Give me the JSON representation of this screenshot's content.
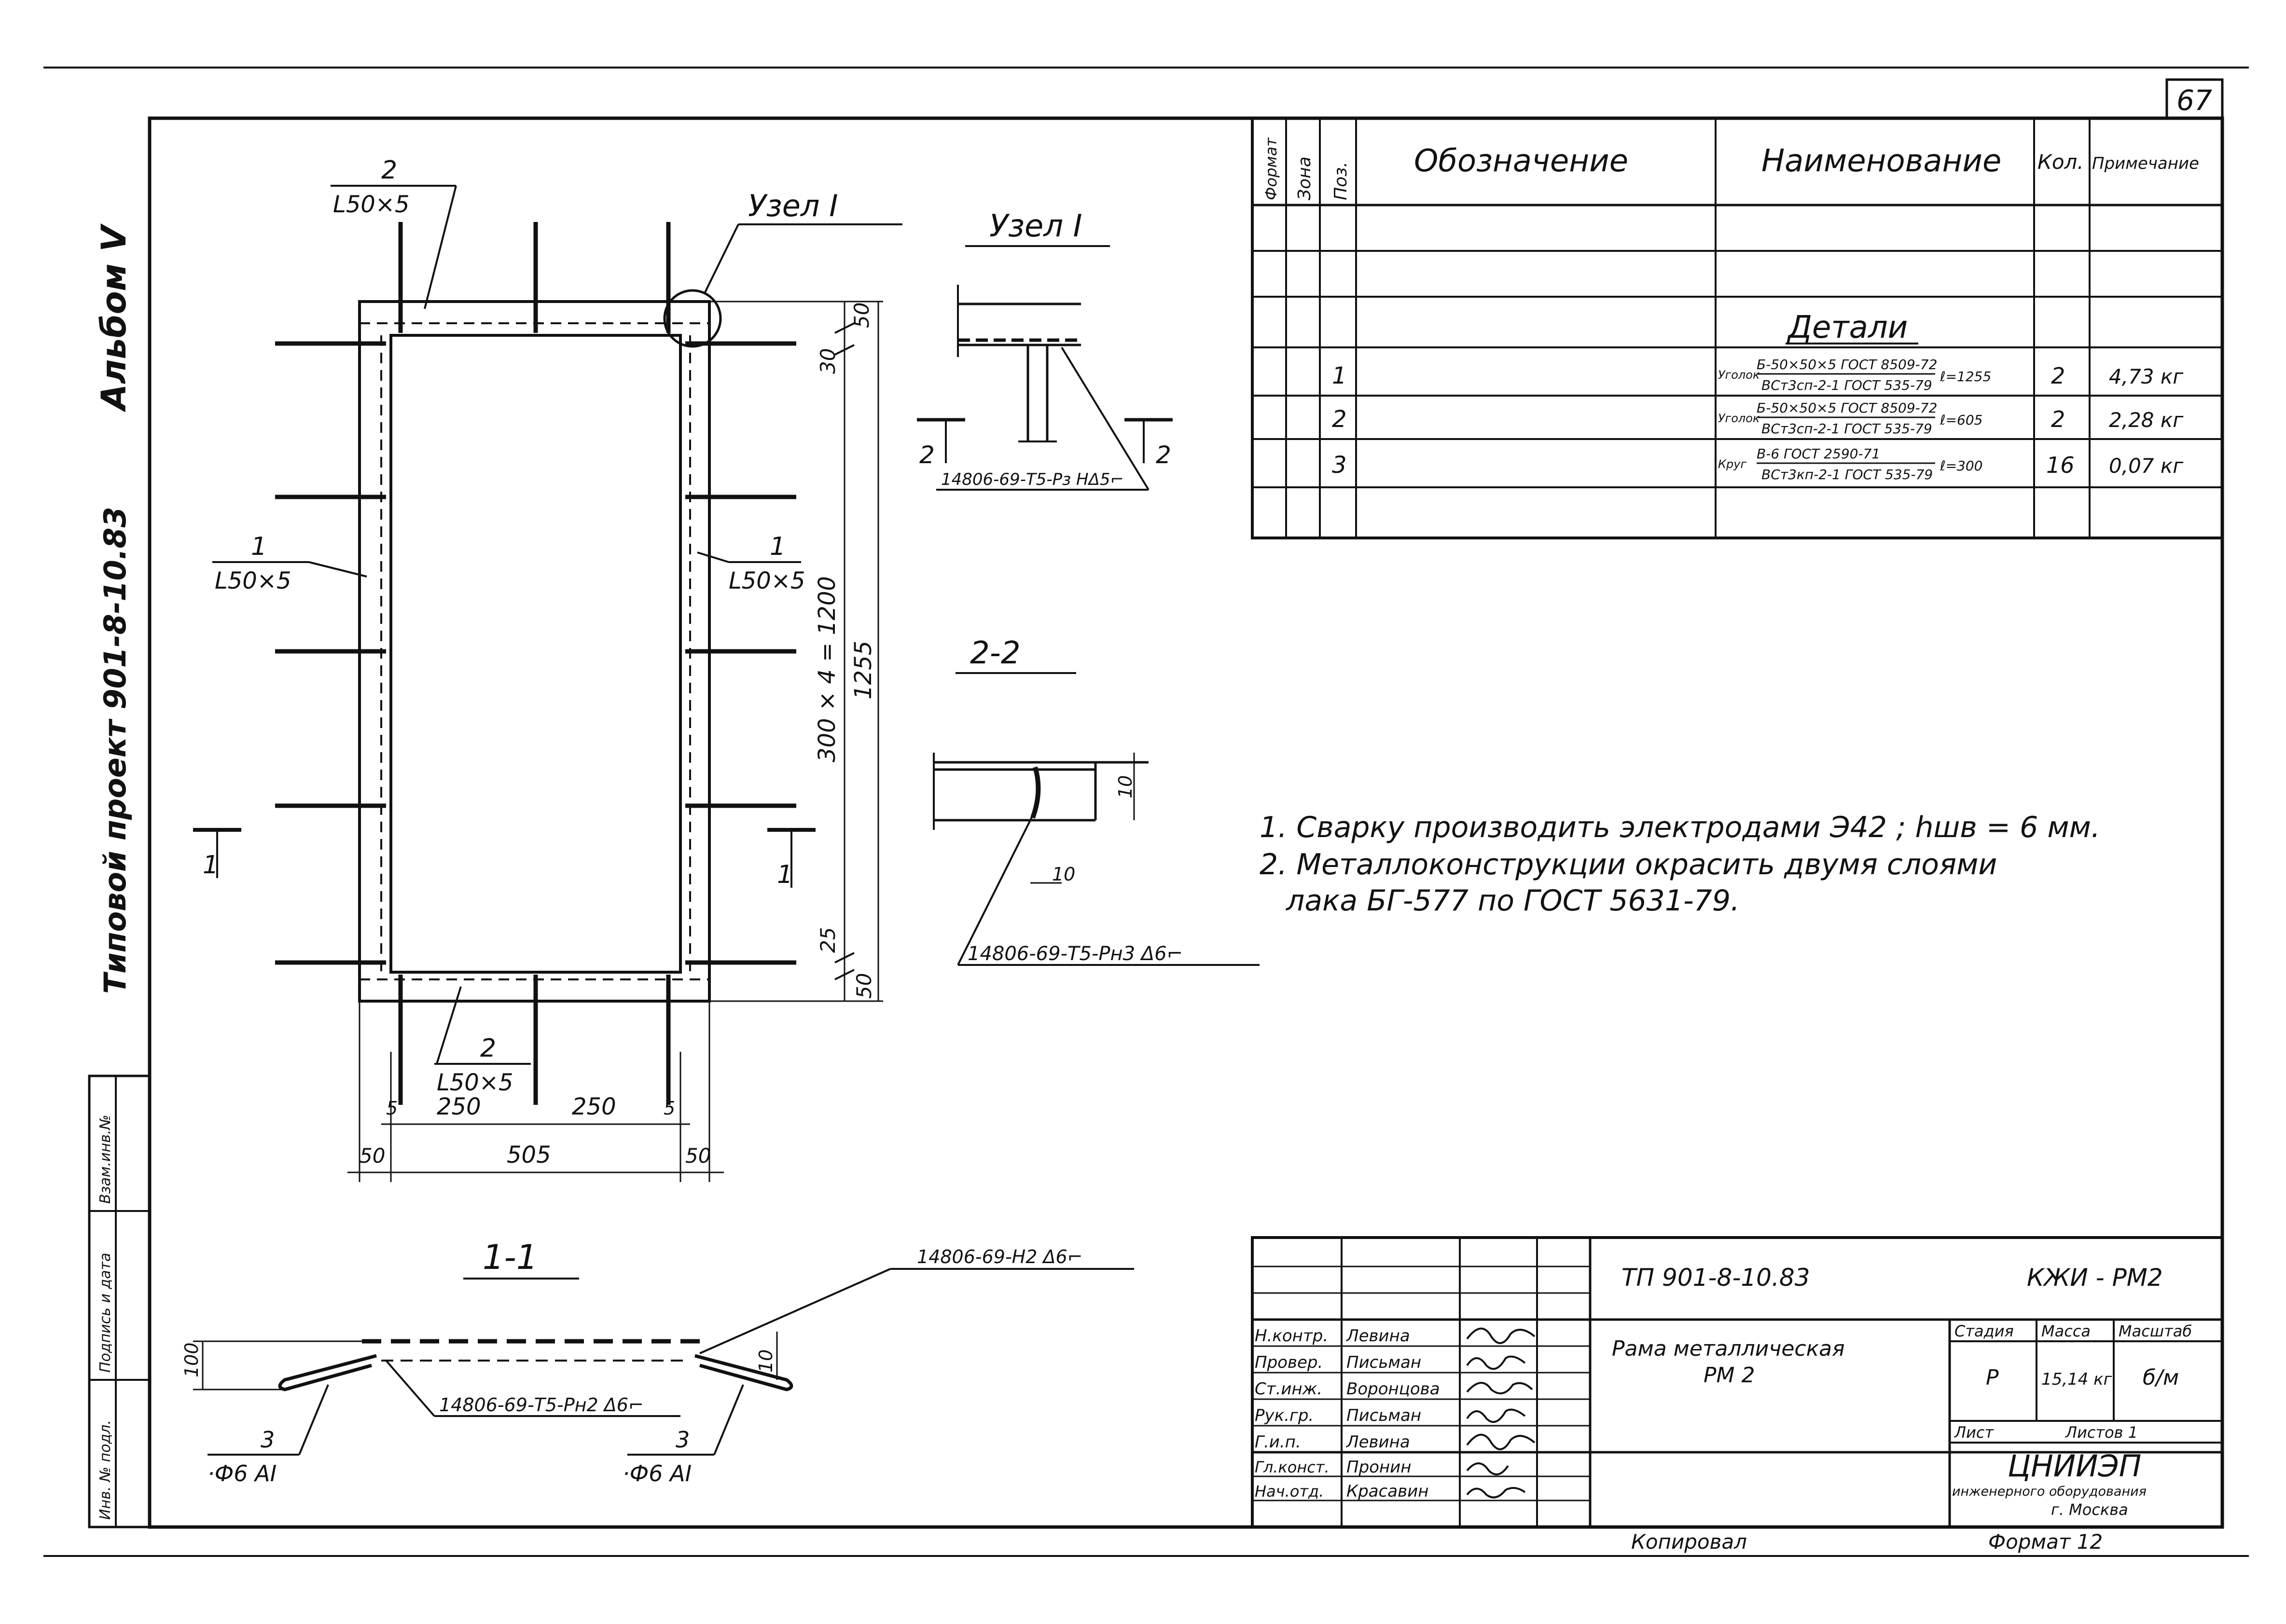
{
  "sheet_no": "67",
  "side_stamp": {
    "album": "Альбом V",
    "project": "Типовой проект 901-8-10.83",
    "cells": [
      "Взам.инв.№",
      "Подпись и дата",
      "Инв. № подл."
    ]
  },
  "plan": {
    "callout_top": {
      "pos": "2",
      "profile": "L50×5"
    },
    "callout_bottom": {
      "pos": "2",
      "profile": "L50×5"
    },
    "callout_left": {
      "pos": "1",
      "profile": "L50×5"
    },
    "callout_right": {
      "pos": "1",
      "profile": "L50×5"
    },
    "node_label": "Узел I",
    "dim_top_50": "50",
    "dim_30": "30",
    "dim_spacing": "300 × 4 = 1200",
    "dim_height": "1255",
    "dim_25": "25",
    "dim_bottom_50": "50",
    "dim_250_left": "250",
    "dim_250_right": "250",
    "dim_5_left": "5",
    "dim_5_right": "5",
    "dim_50_left": "50",
    "dim_width": "505",
    "dim_50_right": "50",
    "section_mark": "1"
  },
  "node_detail": {
    "title": "Узел I",
    "weld": "14806-69-Т5-Рз НΔ5⌐",
    "cut_mark": "2"
  },
  "section_22": {
    "title": "2-2",
    "dim_10a": "10",
    "dim_10b": "10",
    "weld": "14806-69-Т5-Рн3 Δ6⌐"
  },
  "section_11": {
    "title": "1-1",
    "dim_100": "100",
    "dim_10": "10",
    "weld_top": "14806-69-Н2 Δ6⌐",
    "weld_bottom": "14806-69-Т5-Рн2 Δ6⌐",
    "pos_left": "3",
    "rebar_left": "·Ф6 АI",
    "pos_right": "3",
    "rebar_right": "·Ф6 АI"
  },
  "notes": [
    "1. Сварку производить электродами Э42 ; hшв = 6 мм.",
    "2. Металлоконструкции окрасить двумя слоями",
    "лака БГ-577 по ГОСТ 5631-79."
  ],
  "spec_table": {
    "headers": [
      "Формат",
      "Зона",
      "Поз.",
      "Обозначение",
      "Наименование",
      "Кол.",
      "Примечание"
    ],
    "section_title": "Детали",
    "rows": [
      {
        "pos": "1",
        "kind": "Уголок",
        "top": "Б-50×50×5 ГОСТ 8509-72",
        "bottom": "ВСт3сп-2-1 ГОСТ 535-79",
        "len": "ℓ=1255",
        "qty": "2",
        "note": "4,73 кг"
      },
      {
        "pos": "2",
        "kind": "Уголок",
        "top": "Б-50×50×5 ГОСТ 8509-72",
        "bottom": "ВСт3сп-2-1 ГОСТ 535-79",
        "len": "ℓ=605",
        "qty": "2",
        "note": "2,28 кг"
      },
      {
        "pos": "3",
        "kind": "Круг",
        "top": "В-6 ГОСТ 2590-71",
        "bottom": "ВСт3кп-2-1 ГОСТ 535-79",
        "len": "ℓ=300",
        "qty": "16",
        "note": "0,07 кг"
      }
    ]
  },
  "title_block": {
    "code": "ТП 901-8-10.83",
    "mark": "КЖИ - РМ2",
    "name_line1": "Рама металлическая",
    "name_line2": "РМ 2",
    "stage_label": "Стадия",
    "mass_label": "Масса",
    "scale_label": "Масштаб",
    "stage": "Р",
    "mass": "15,14 кг",
    "scale": "б/м",
    "sheet_label": "Лист",
    "sheets_label": "Листов 1",
    "org": "ЦНИИЭП",
    "org_sub": "инженерного оборудования",
    "org_city": "г. Москва",
    "signatures": [
      {
        "role": "Н.контр.",
        "name": "Левина"
      },
      {
        "role": "Провер.",
        "name": "Письман"
      },
      {
        "role": "Ст.инж.",
        "name": "Воронцова"
      },
      {
        "role": "Рук.гр.",
        "name": "Письман"
      },
      {
        "role": "Г.и.п.",
        "name": "Левина"
      },
      {
        "role": "Гл.конст.",
        "name": "Пронин"
      },
      {
        "role": "Нач.отд.",
        "name": "Красавин"
      }
    ]
  },
  "footer": {
    "copied": "Копировал",
    "format": "Формат 12"
  }
}
